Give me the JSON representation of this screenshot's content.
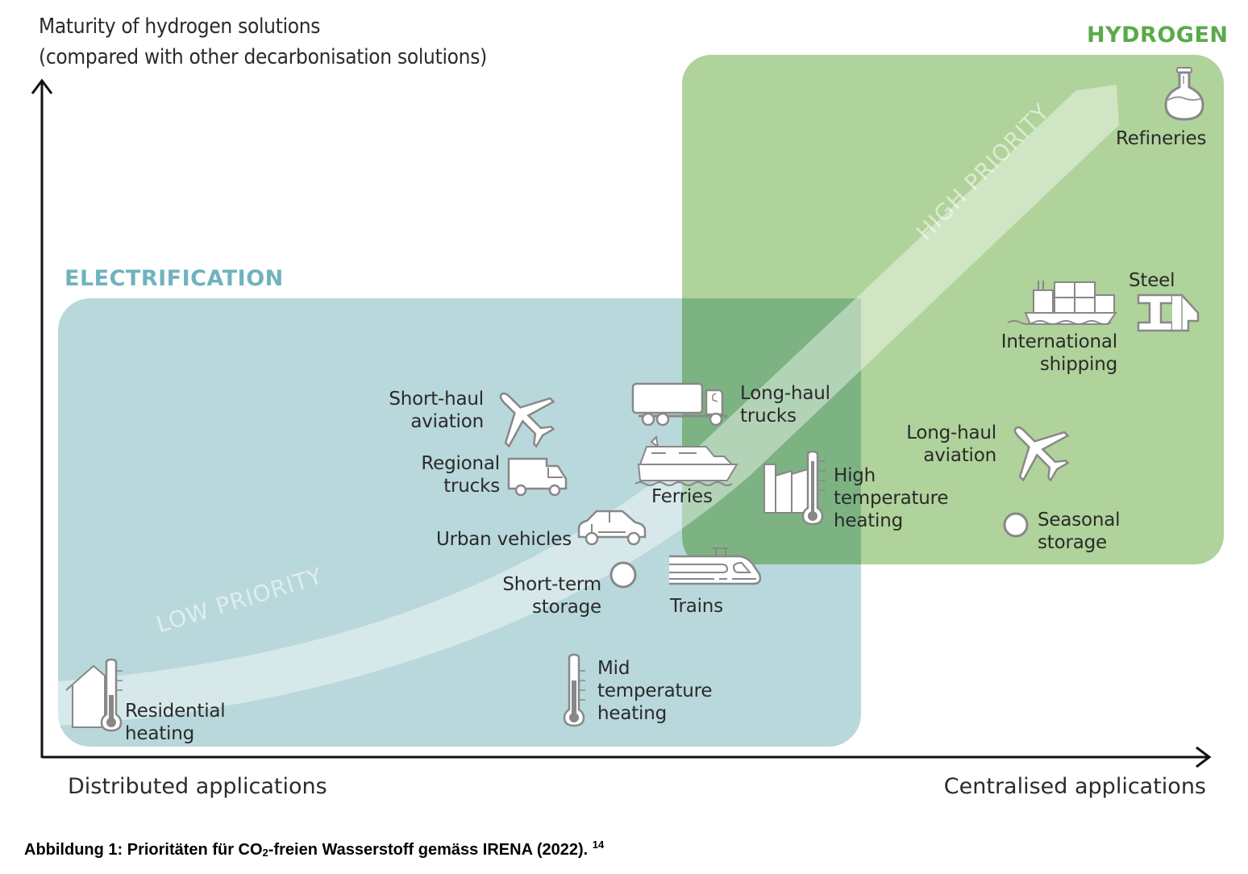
{
  "y_axis": {
    "label_line1": "Maturity of hydrogen solutions",
    "label_line2": "(compared with other decarbonisation solutions)"
  },
  "x_axis": {
    "left_label": "Distributed applications",
    "right_label": "Centralised applications"
  },
  "regions": {
    "electrification": {
      "title": "ELECTRIFICATION",
      "color": "#b9d8db"
    },
    "hydrogen": {
      "title": "HYDROGEN",
      "color": "#afd39a"
    },
    "overlap_color": "#7db383"
  },
  "priority_arrow": {
    "low_label": "LOW PRIORITY",
    "high_label": "HIGH PRIORITY"
  },
  "applications": {
    "refineries": {
      "label": "Refineries",
      "icon": "flask-icon"
    },
    "steel": {
      "label": "Steel",
      "icon": "steel-beam-icon"
    },
    "international_shipping": {
      "label_line1": "International",
      "label_line2": "shipping",
      "icon": "container-ship-icon"
    },
    "short_haul_aviation": {
      "label_line1": "Short-haul",
      "label_line2": "aviation",
      "icon": "airplane-icon"
    },
    "long_haul_trucks": {
      "label_line1": "Long-haul",
      "label_line2": "trucks",
      "icon": "semi-truck-icon"
    },
    "regional_trucks": {
      "label_line1": "Regional",
      "label_line2": "trucks",
      "icon": "delivery-truck-icon"
    },
    "ferries": {
      "label": "Ferries",
      "icon": "ferry-icon"
    },
    "long_haul_aviation": {
      "label_line1": "Long-haul",
      "label_line2": "aviation",
      "icon": "airplane-icon"
    },
    "high_temperature_heating": {
      "label_line1": "High",
      "label_line2": "temperature",
      "label_line3": "heating",
      "icon": "factory-thermometer-icon"
    },
    "urban_vehicles": {
      "label": "Urban vehicles",
      "icon": "car-icon"
    },
    "seasonal_storage": {
      "label_line1": "Seasonal",
      "label_line2": "storage",
      "icon": "circle-icon"
    },
    "short_term_storage": {
      "label_line1": "Short-term",
      "label_line2": "storage",
      "icon": "circle-icon"
    },
    "trains": {
      "label": "Trains",
      "icon": "train-icon"
    },
    "mid_temperature_heating": {
      "label_line1": "Mid",
      "label_line2": "temperature",
      "label_line3": "heating",
      "icon": "thermometer-icon"
    },
    "residential_heating": {
      "label_line1": "Residential",
      "label_line2": "heating",
      "icon": "house-thermometer-icon"
    }
  },
  "caption": {
    "prefix": "Abbildung 1: Prioritäten für CO",
    "subscript": "2",
    "suffix": "-freien Wasserstoff gemäss IRENA (2022). ",
    "footnote": "14"
  }
}
